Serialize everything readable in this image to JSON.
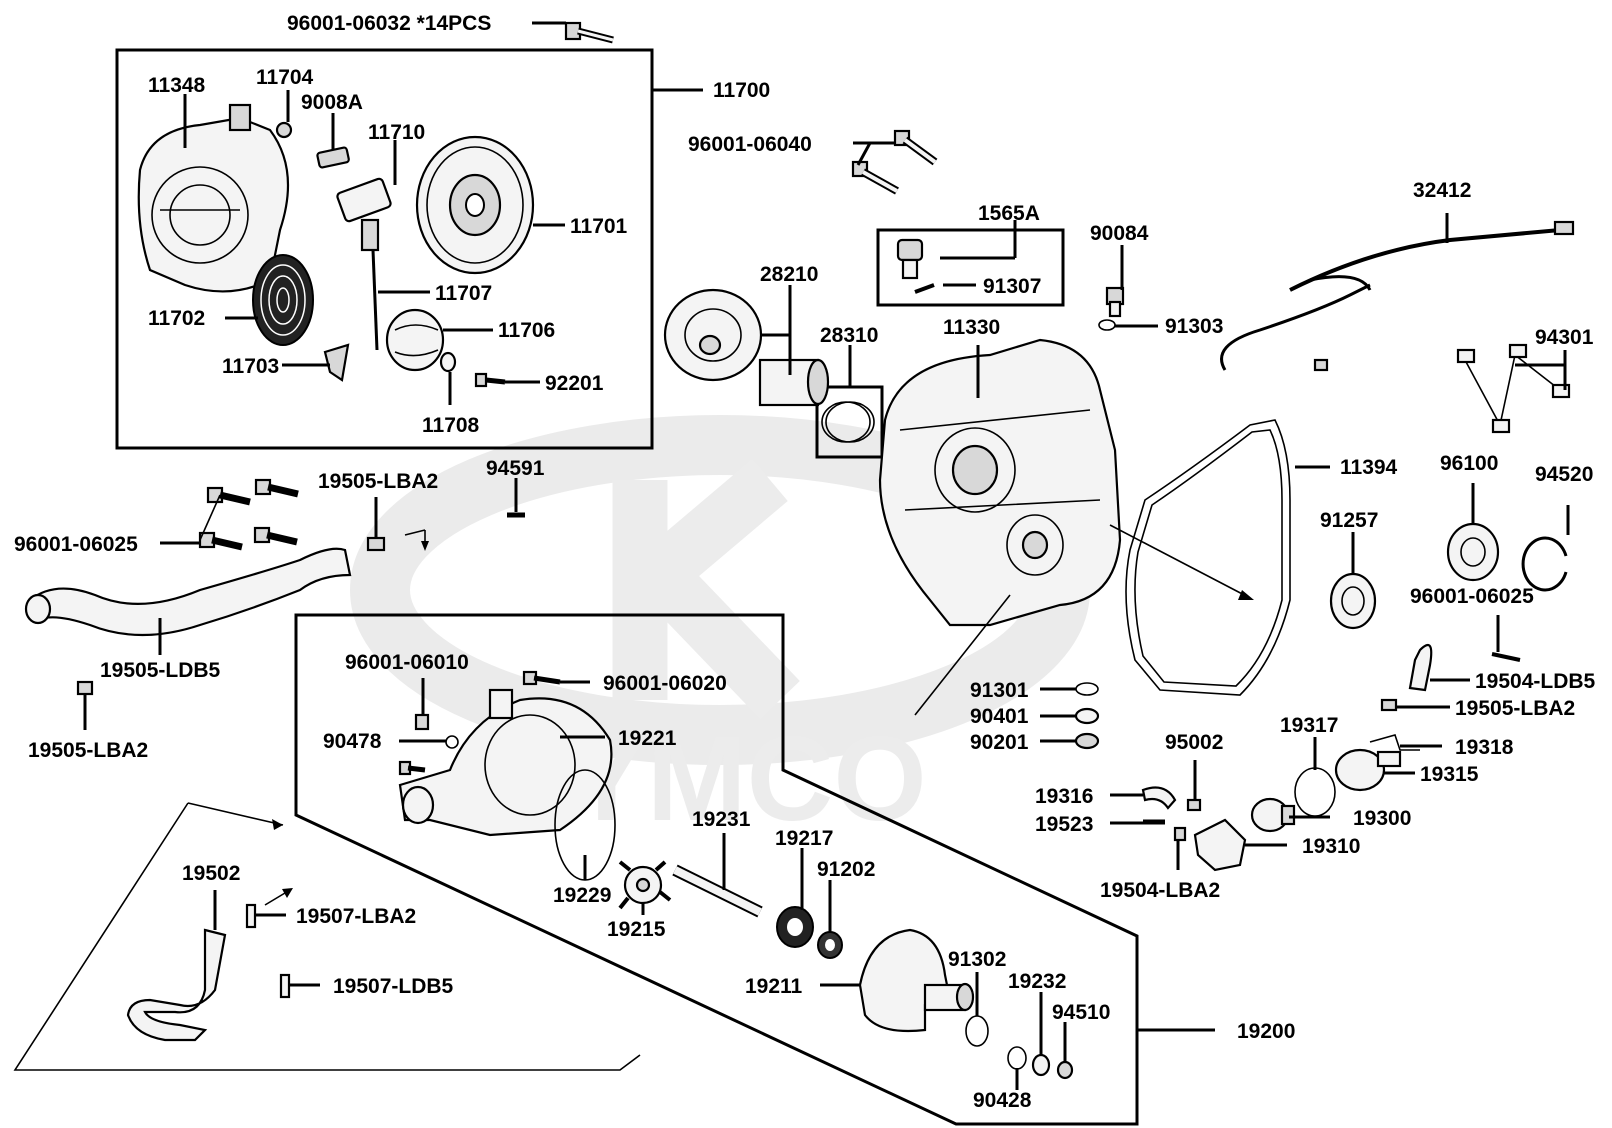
{
  "watermark": {
    "brand": "KYMCO"
  },
  "labels": {
    "p96001_06032": "96001-06032 *14PCS",
    "p11700": "11700",
    "p11348": "11348",
    "p11704": "11704",
    "p9008A": "9008A",
    "p11710": "11710",
    "p11701": "11701",
    "p11702": "11702",
    "p11707": "11707",
    "p11706": "11706",
    "p11703": "11703",
    "p92201": "92201",
    "p11708": "11708",
    "p96001_06040": "96001-06040",
    "p28210": "28210",
    "p28310": "28310",
    "p1565A": "1565A",
    "p91307": "91307",
    "p11330": "11330",
    "p90084": "90084",
    "p91303": "91303",
    "p32412": "32412",
    "p94301": "94301",
    "p11394": "11394",
    "p96100": "96100",
    "p94520": "94520",
    "p91257": "91257",
    "p96001_06025_r": "96001-06025",
    "p19504_LDB5": "19504-LDB5",
    "p19505_LBA2_r": "19505-LBA2",
    "p19317": "19317",
    "p19318": "19318",
    "p19315": "19315",
    "p95002": "95002",
    "p19316": "19316",
    "p19300": "19300",
    "p19523": "19523",
    "p19310": "19310",
    "p19504_LBA2": "19504-LBA2",
    "p91301": "91301",
    "p90401": "90401",
    "p90201": "90201",
    "p19505_LBA2_t": "19505-LBA2",
    "p94591": "94591",
    "p96001_06025_l": "96001-06025",
    "p19505_LDB5": "19505-LDB5",
    "p19505_LBA2_l": "19505-LBA2",
    "p96001_06010": "96001-06010",
    "p96001_06020": "96001-06020",
    "p90478": "90478",
    "p19221": "19221",
    "p19231": "19231",
    "p19217": "19217",
    "p91202": "91202",
    "p19229": "19229",
    "p19215": "19215",
    "p19211": "19211",
    "p91302": "91302",
    "p19232": "19232",
    "p94510": "94510",
    "p90428": "90428",
    "p19200": "19200",
    "p19502": "19502",
    "p19507_LBA2": "19507-LBA2",
    "p19507_LDB5": "19507-LDB5"
  }
}
